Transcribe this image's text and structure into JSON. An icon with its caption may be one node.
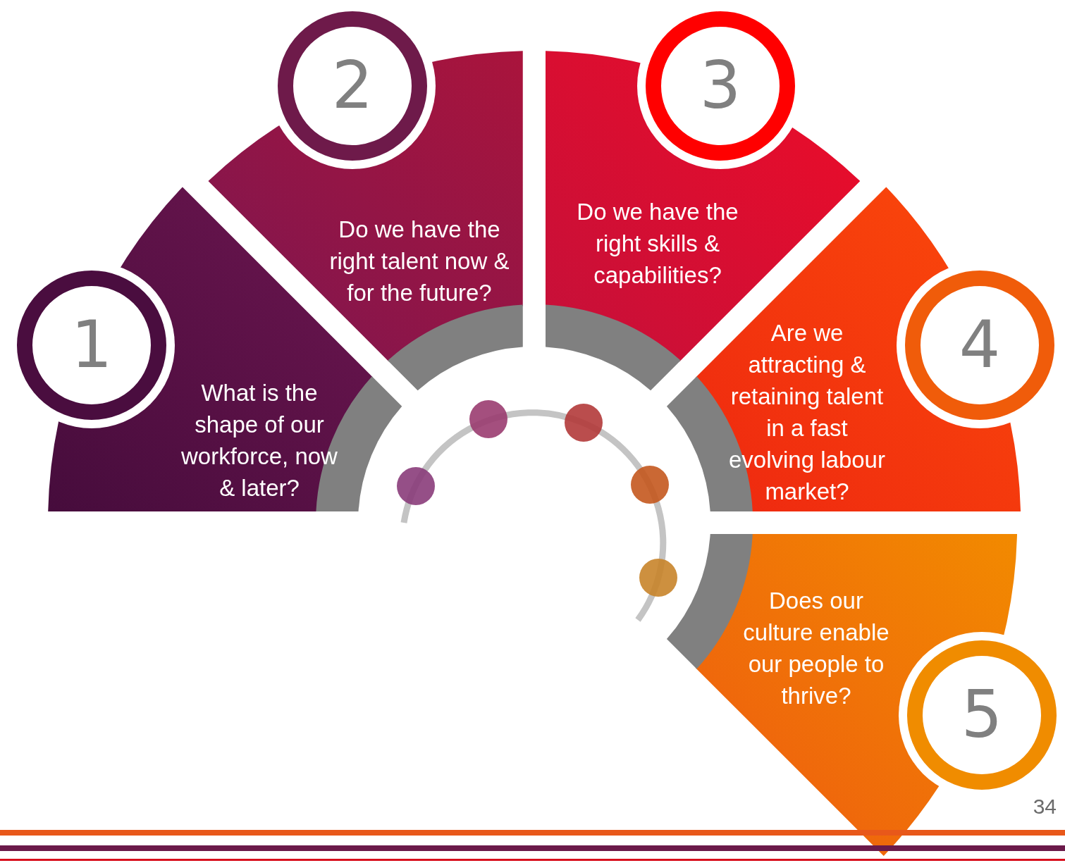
{
  "diagram": {
    "nodes": [
      {
        "text": [
          "1"
        ]
      },
      {
        "text": [
          "What is the shape of our workforce, now & later?"
        ]
      },
      {
        "text": [
          "2"
        ]
      },
      {
        "text": [
          "Do we have the right talent now & for the future?"
        ]
      },
      {
        "text": [
          "3"
        ]
      },
      {
        "text": [
          "Do we have the right skills & capabilities?"
        ]
      },
      {
        "text": [
          "4"
        ]
      },
      {
        "text": [
          "Are we attracting & retaining talent in a fast evolving labour market?"
        ]
      },
      {
        "text": [
          "5"
        ]
      },
      {
        "text": [
          "Does our culture enable our people to thrive?"
        ]
      }
    ],
    "labels": [
      "34"
    ]
  }
}
